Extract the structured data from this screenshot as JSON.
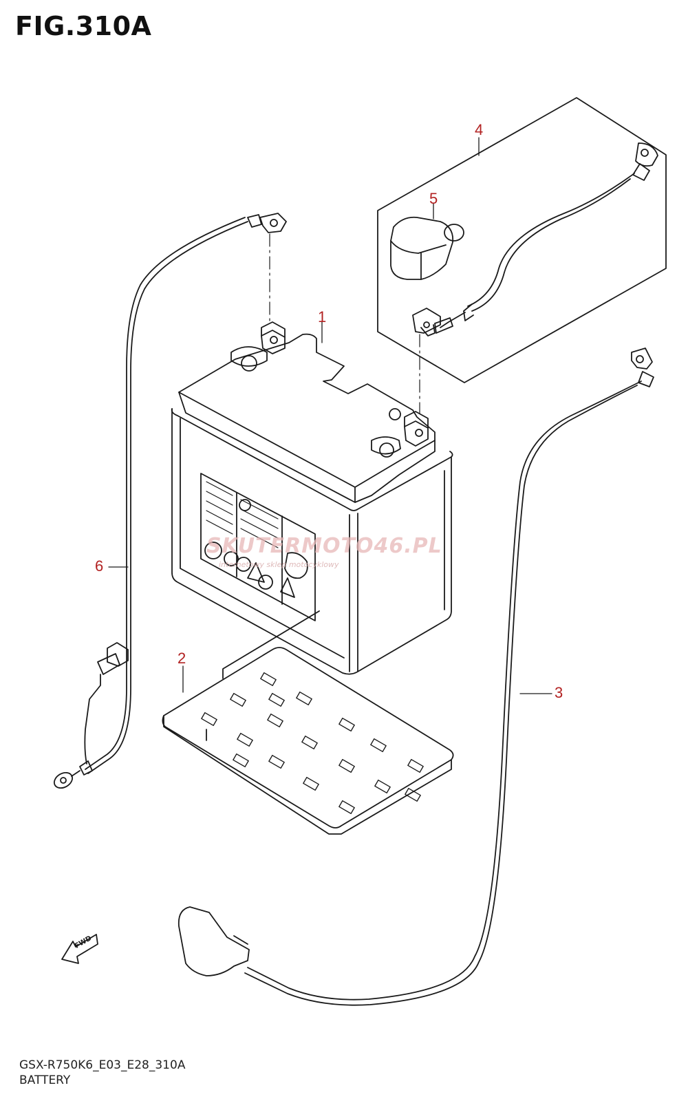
{
  "figure": {
    "title": "FIG.310A",
    "model_code": "GSX-R750K6_E03_E28_310A",
    "section_name": "BATTERY"
  },
  "callouts": [
    {
      "id": "1",
      "label": "1"
    },
    {
      "id": "2",
      "label": "2"
    },
    {
      "id": "3",
      "label": "3"
    },
    {
      "id": "4",
      "label": "4"
    },
    {
      "id": "5",
      "label": "5"
    },
    {
      "id": "6",
      "label": "6"
    }
  ],
  "direction_marker": {
    "label": "FWD"
  },
  "watermark": {
    "main": "SKUTERMOTO46.PL",
    "sub": "internetowy sklep motocyklowy"
  },
  "colors": {
    "line": "#1a1a1a",
    "callout": "#b22222",
    "watermark": "#e8a0a0"
  }
}
